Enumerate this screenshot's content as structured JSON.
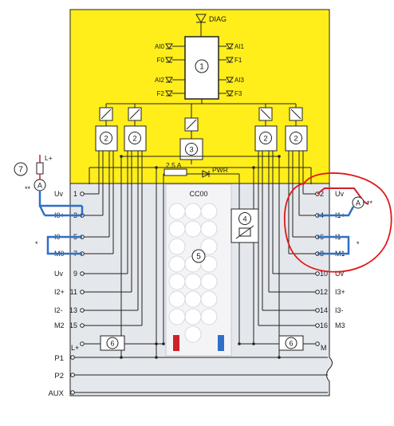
{
  "diag_label": "DIAG",
  "led_labels": {
    "ai0": "AI0",
    "ai1": "AI1",
    "f0": "F0",
    "f1": "F1",
    "ai2": "AI2",
    "ai3": "AI3",
    "f2": "F2",
    "f3": "F3"
  },
  "callouts": {
    "c1": "1",
    "c2": "2",
    "c3": "3",
    "c4": "4",
    "c5": "5",
    "c6": "6",
    "c7": "7"
  },
  "fuse_label": "2,5 A",
  "pwr_label": "PWR",
  "module_code": "CC00",
  "ammeter_symbol": "A",
  "double_star": "**",
  "single_star": "*",
  "supply_label": "L+",
  "terminals_left": [
    {
      "num": "1",
      "sig": "Uv"
    },
    {
      "num": "3",
      "sig": "I0+"
    },
    {
      "num": "5",
      "sig": "I0-"
    },
    {
      "num": "7",
      "sig": "M0"
    },
    {
      "num": "9",
      "sig": "Uv"
    },
    {
      "num": "11",
      "sig": "I2+"
    },
    {
      "num": "13",
      "sig": "I2-"
    },
    {
      "num": "15",
      "sig": "M2"
    }
  ],
  "terminals_right": [
    {
      "num": "2",
      "sig": "Uv"
    },
    {
      "num": "4",
      "sig": "I1+"
    },
    {
      "num": "6",
      "sig": "I1-"
    },
    {
      "num": "8",
      "sig": "M1"
    },
    {
      "num": "10",
      "sig": "Uv"
    },
    {
      "num": "12",
      "sig": "I3+"
    },
    {
      "num": "14",
      "sig": "I3-"
    },
    {
      "num": "16",
      "sig": "M3"
    }
  ],
  "bottom_left_label": "L+",
  "bottom_right_label": "M",
  "bus_labels": [
    "P1",
    "P2",
    "AUX"
  ],
  "colors": {
    "yellow": "#ffee1a",
    "gray": "#e4e7ec",
    "blue": "#2f6fc9",
    "red": "#d0202a",
    "annot": "#e01818"
  }
}
